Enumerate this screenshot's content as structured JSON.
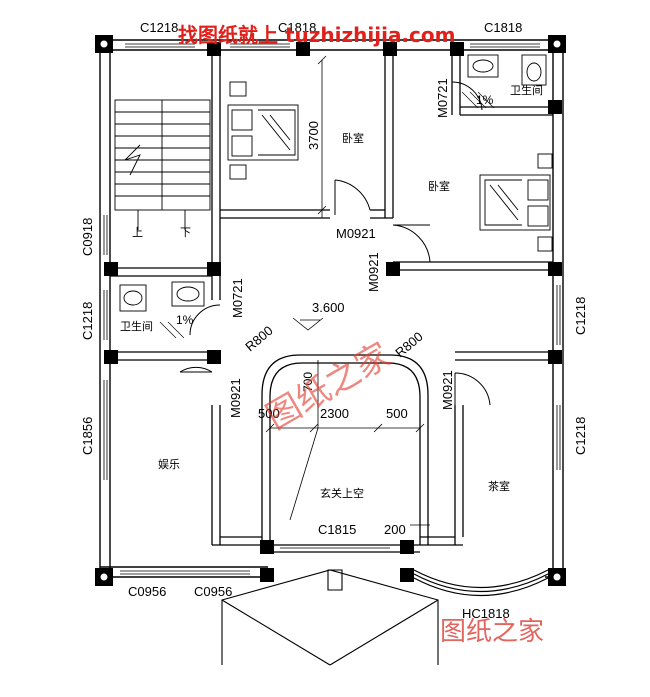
{
  "watermark": {
    "top_text": "找图纸就上 tuzhizhijia.com",
    "center_text": "图纸之家",
    "bottom_text": "图纸之家",
    "color": "#e0201a"
  },
  "windows": {
    "top_left": "C1218",
    "top_mid": "C1818",
    "top_right": "C1818",
    "left_1": "C0918",
    "left_2": "C1218",
    "left_3": "C1856",
    "right_1": "C1218",
    "right_2": "C1218",
    "bottom_1": "C0956",
    "bottom_2": "C0956",
    "inner_bottom": "C1815",
    "bay": "HC1818"
  },
  "doors": {
    "bedroom1": "M0921",
    "bedroom2": "M0921",
    "toilet_top": "M0721",
    "toilet_left": "M0721",
    "ent_left": "M0921",
    "tea": "M0921"
  },
  "rooms": {
    "bedroom1": "卧室",
    "bedroom2": "卧室",
    "toilet": "卫生间",
    "entertainment": "娱乐",
    "foyer_void": "玄关上空",
    "tea_room": "茶室"
  },
  "stairs": {
    "up": "上",
    "down": "下"
  },
  "dims": {
    "d3700": "3700",
    "d2300": "2300",
    "d500a": "500",
    "d500b": "500",
    "d700": "700",
    "d200": "200",
    "r800a": "R800",
    "r800b": "R800",
    "level": "3.600",
    "slope1": "1%",
    "slope2": "1%"
  }
}
